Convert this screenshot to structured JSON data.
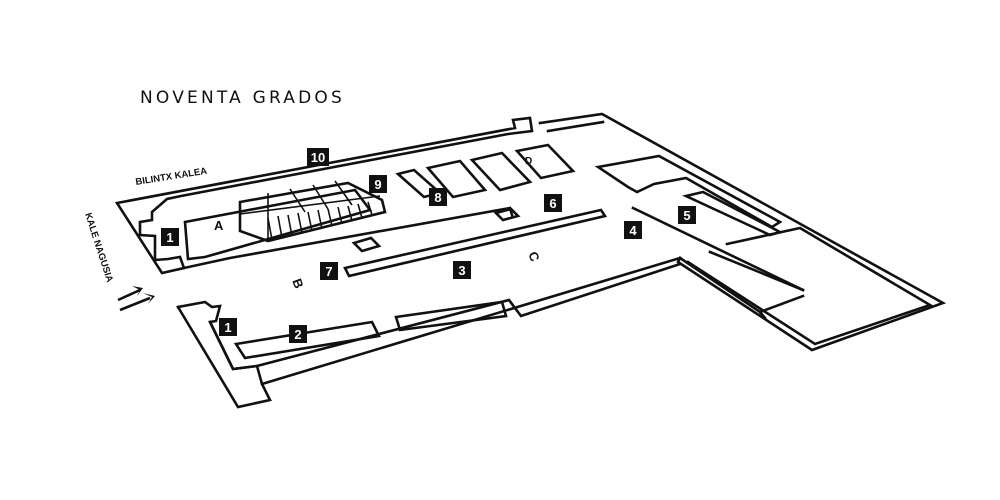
{
  "title": "NOVENTA GRADOS",
  "streets": {
    "top": "BILINTX KALEA",
    "left": "KALE NAGUSIA"
  },
  "zones": {
    "a": "A",
    "b": "B",
    "c": "C",
    "d": "D"
  },
  "markers": {
    "m1_top": "1",
    "m1_bottom": "1",
    "m2": "2",
    "m3": "3",
    "m4": "4",
    "m5": "5",
    "m6": "6",
    "m7": "7",
    "m8": "8",
    "m9": "9",
    "m10": "10"
  },
  "colors": {
    "ink": "#111111",
    "background": "#ffffff"
  },
  "icons": {
    "entrance": "double-arrow-icon"
  }
}
